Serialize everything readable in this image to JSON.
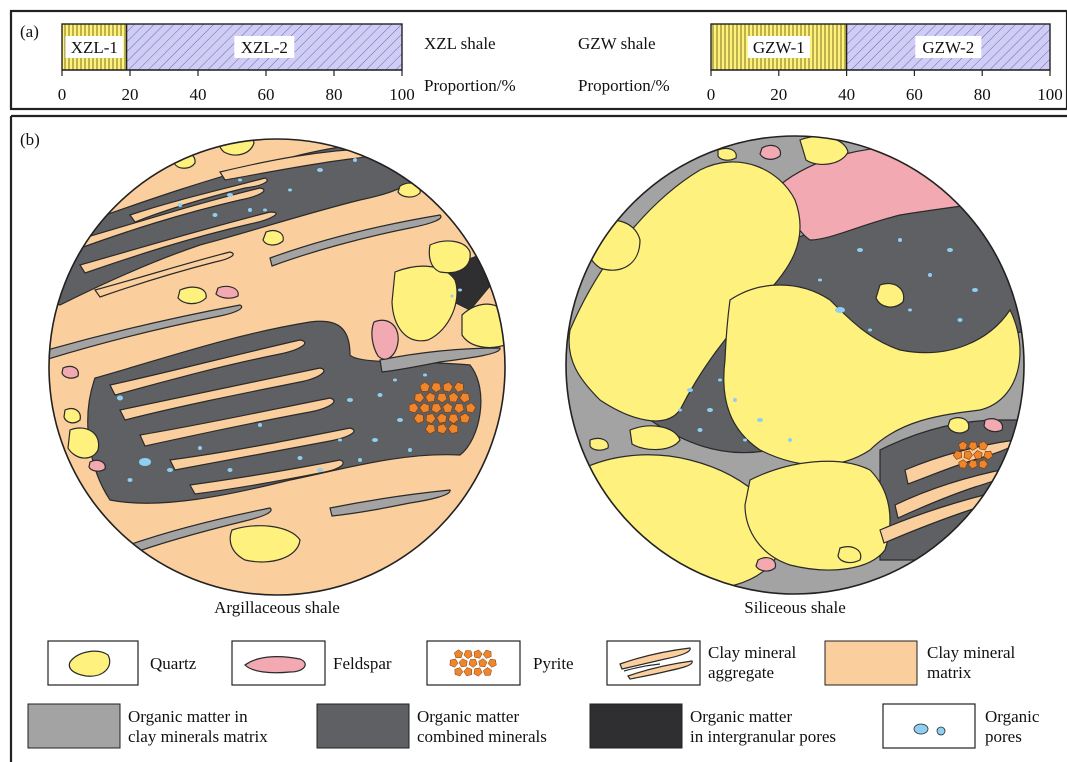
{
  "panel_a": {
    "label": "(a)",
    "bars": [
      {
        "segments": [
          {
            "label": "XZL-1",
            "value": 19,
            "pattern": "vlines-yellow"
          },
          {
            "label": "XZL-2",
            "value": 81,
            "pattern": "hatch-lilac"
          }
        ],
        "title": "XZL shale",
        "axis_label": "Proportion/%",
        "ticks": [
          "0",
          "20",
          "40",
          "60",
          "80",
          "100"
        ]
      },
      {
        "segments": [
          {
            "label": "GZW-1",
            "value": 40,
            "pattern": "vlines-yellow"
          },
          {
            "label": "GZW-2",
            "value": 60,
            "pattern": "hatch-lilac"
          }
        ],
        "title": "GZW shale",
        "axis_label": "Proportion/%",
        "ticks": [
          "0",
          "20",
          "40",
          "60",
          "80",
          "100"
        ]
      }
    ]
  },
  "panel_b": {
    "label": "(b)",
    "left_caption": "Argillaceous shale",
    "right_caption": "Siliceous shale"
  },
  "legend": {
    "row1": [
      {
        "text": "Quartz",
        "icon": "quartz-grain"
      },
      {
        "text": "Feldspar",
        "icon": "feldspar-grain"
      },
      {
        "text": "Pyrite",
        "icon": "pyrite-cluster"
      },
      {
        "text_line1": "Clay mineral",
        "text_line2": "aggregate",
        "icon": "clay-aggregate"
      },
      {
        "text_line1": "Clay mineral",
        "text_line2": "matrix",
        "icon": "clay-matrix-swatch"
      }
    ],
    "row2": [
      {
        "text_line1": "Organic matter in",
        "text_line2": "clay minerals matrix",
        "icon": "om-clay-swatch"
      },
      {
        "text_line1": "Organic matter",
        "text_line2": "combined minerals",
        "icon": "om-combined-swatch"
      },
      {
        "text_line1": "Organic matter",
        "text_line2": "in intergranular pores",
        "icon": "om-pores-swatch"
      },
      {
        "text_line1": "Organic",
        "text_line2": "pores",
        "icon": "organic-pores"
      }
    ]
  },
  "colors": {
    "quartz": "#fef17e",
    "feldspar": "#f2a9b2",
    "pyrite": "#f0862b",
    "clay_matrix": "#fbcf9d",
    "om_clay": "#a3a3a3",
    "om_combined": "#5f6064",
    "om_pores": "#2f2f31",
    "organic_pore": "#8fd0f2",
    "lilac": "#cfcdf5"
  }
}
